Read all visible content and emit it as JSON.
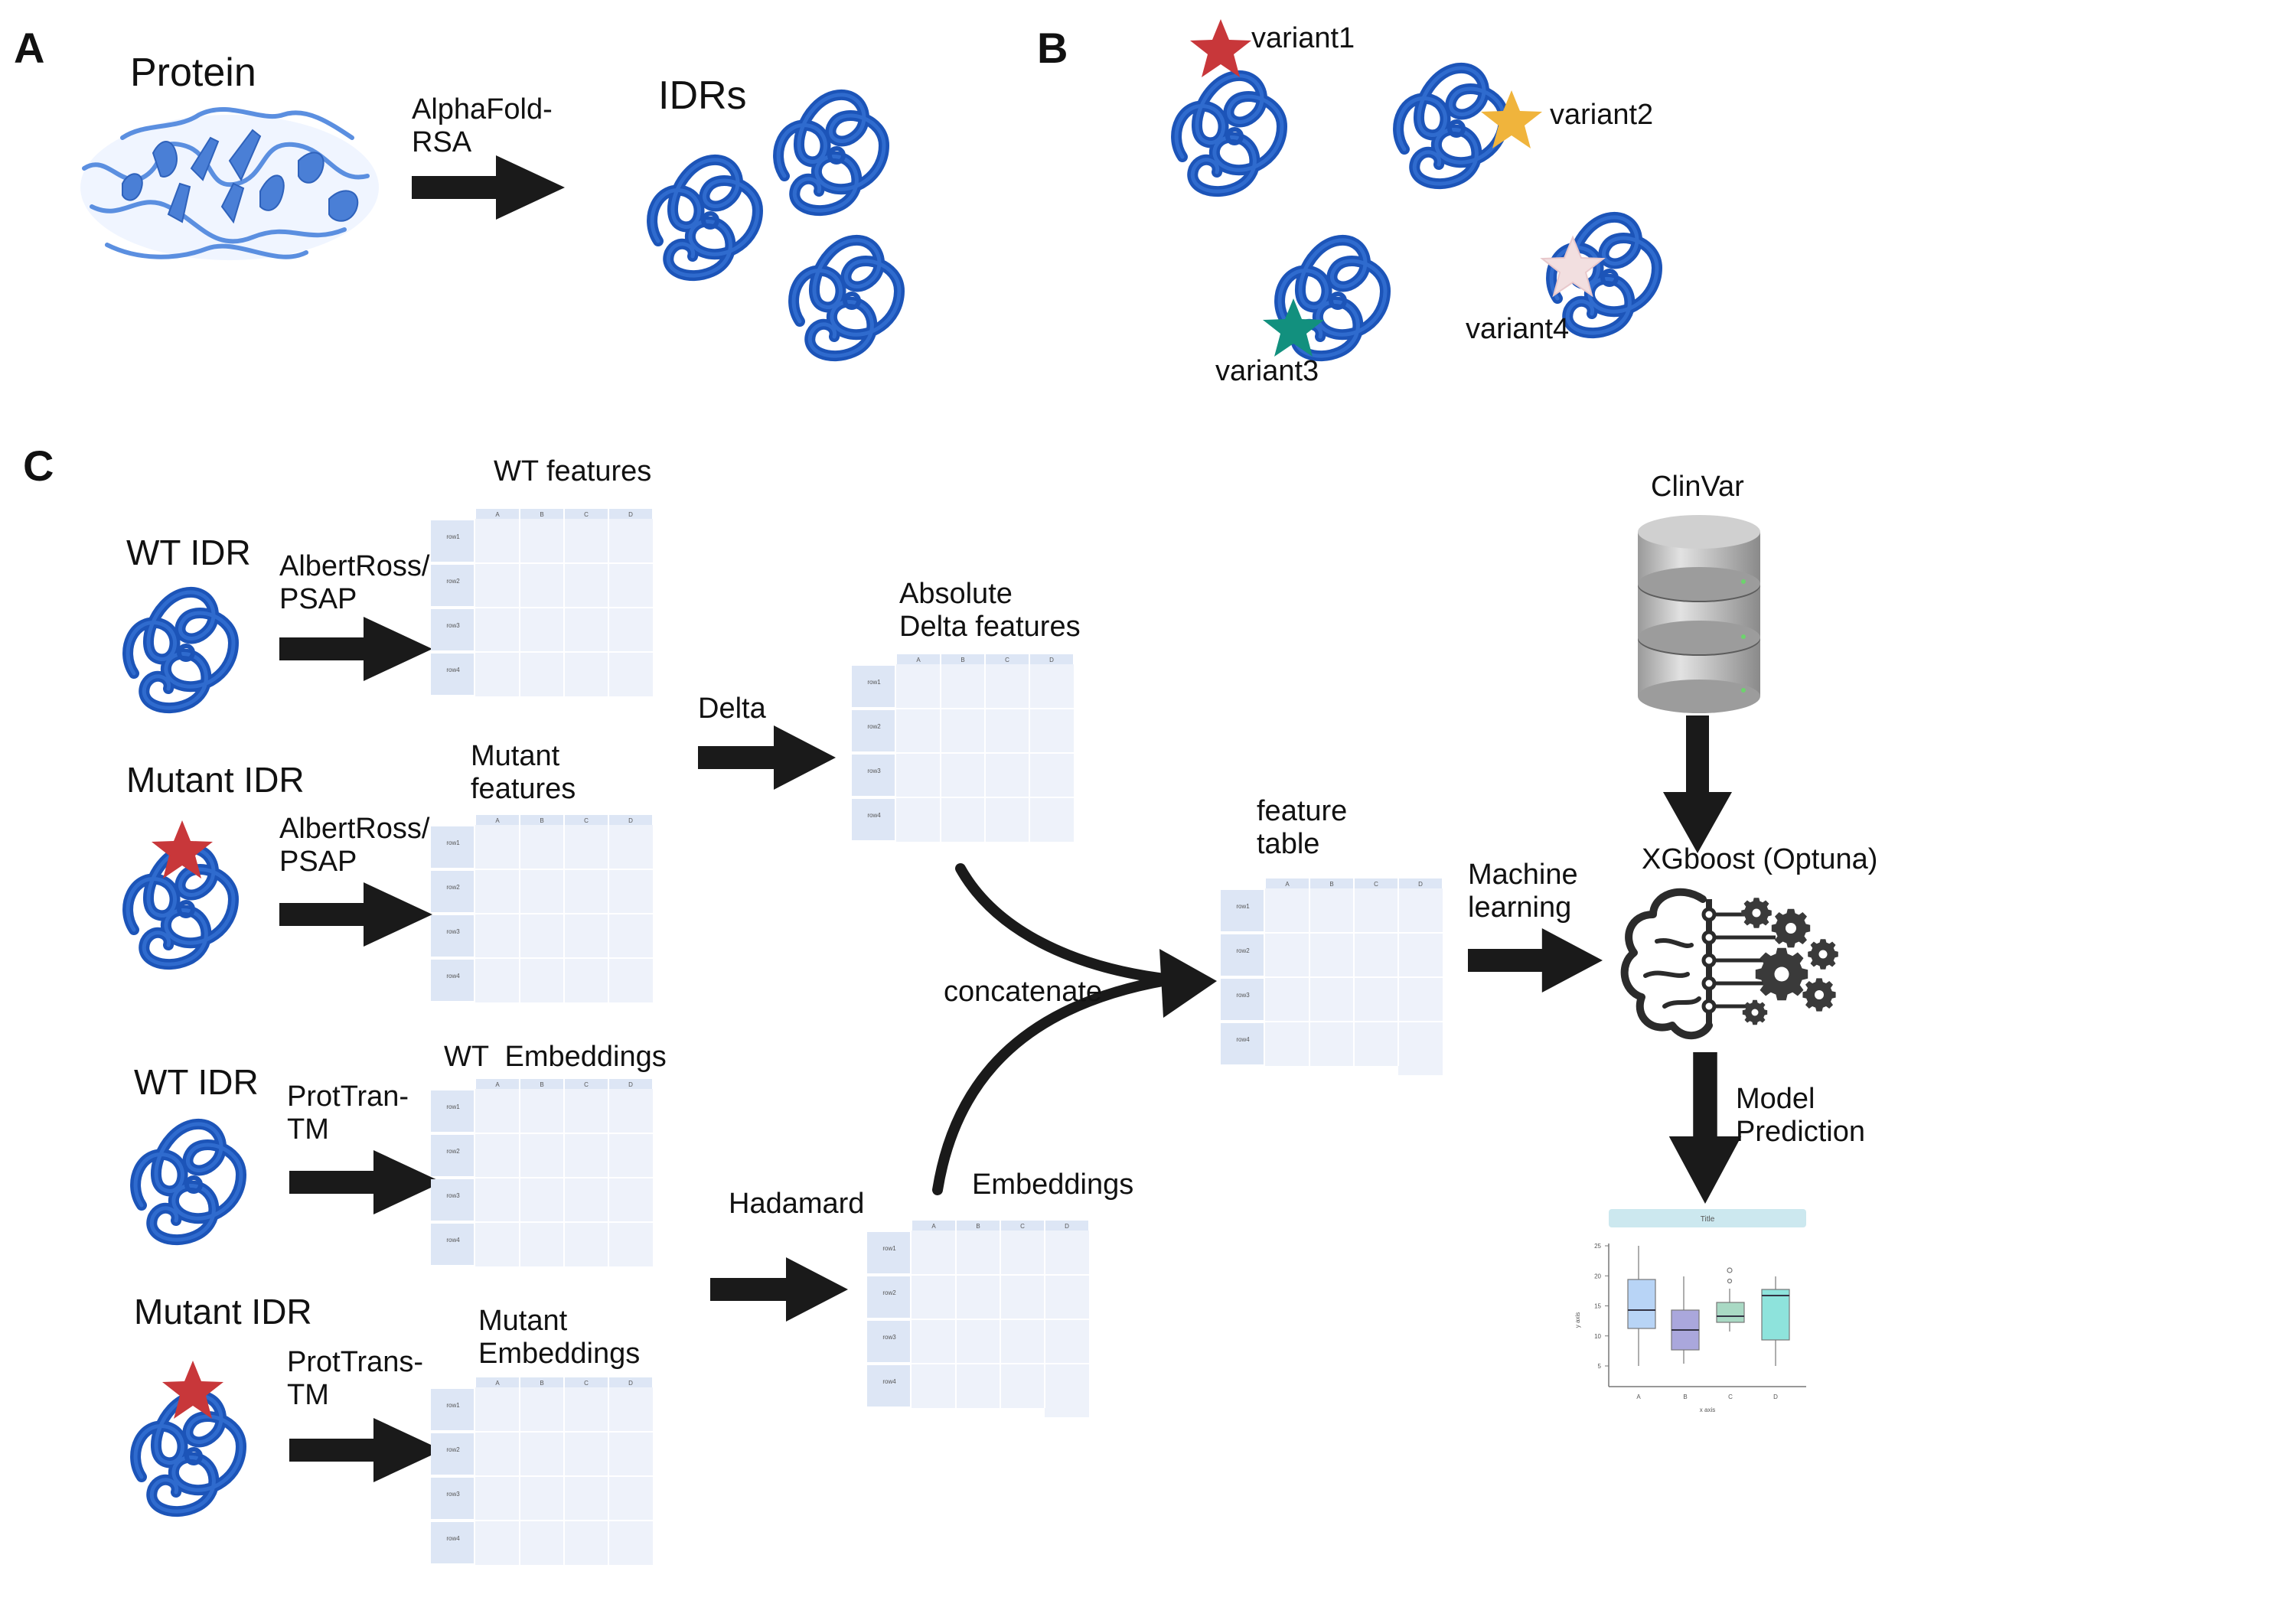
{
  "panels": {
    "a": "A",
    "b": "B",
    "c": "C"
  },
  "panel_a": {
    "protein_label": "Protein",
    "method_line1": "AlphaFold-",
    "method_line2": "RSA",
    "idrs_label": "IDRs"
  },
  "panel_b": {
    "variants": [
      "variant1",
      "variant2",
      "variant3",
      "variant4"
    ],
    "variant_colors": [
      "#c8373a",
      "#f0b43c",
      "#12907e",
      "#f2dfe0"
    ]
  },
  "panel_c": {
    "rows": {
      "wt_idr_1": "WT IDR",
      "mutant_idr_1": "Mutant IDR",
      "wt_idr_2": "WT IDR",
      "mutant_idr_2": "Mutant IDR"
    },
    "methods": {
      "albertross_1_line1": "AlbertRoss/",
      "albertross_1_line2": "PSAP",
      "albertross_2_line1": "AlbertRoss/",
      "albertross_2_line2": "PSAP",
      "prottrans_1_line1": "ProtTran-",
      "prottrans_1_line2": "TM",
      "prottrans_2_line1": "ProtTrans-",
      "prottrans_2_line2": "TM"
    },
    "tables": {
      "wt_features": "WT features",
      "mutant_features_line1": "Mutant",
      "mutant_features_line2": "features",
      "wt_embeddings": "WT  Embeddings",
      "mutant_embeddings_line1": "Mutant",
      "mutant_embeddings_line2": "Embeddings",
      "abs_delta_line1": "Absolute",
      "abs_delta_line2": "Delta features",
      "embeddings": "Embeddings",
      "feature_table_line1": "feature",
      "feature_table_line2": "table"
    },
    "operations": {
      "delta": "Delta",
      "hadamard": "Hadamard",
      "concatenate": "concatenate",
      "ml_line1": "Machine",
      "ml_line2": "learning",
      "prediction_line1": "Model",
      "prediction_line2": "Prediction"
    },
    "clinvar": "ClinVar",
    "model": "XGboost (Optuna)",
    "table_cols": [
      "A",
      "B",
      "C",
      "D"
    ],
    "table_rows": [
      "row1",
      "row2",
      "row3",
      "row4"
    ],
    "boxplot": {
      "title": "Title",
      "xlabel": "x axis",
      "ylabel": "y axis",
      "categories": [
        "A",
        "B",
        "C",
        "D"
      ],
      "yticks": [
        5,
        10,
        15,
        20,
        25
      ]
    }
  },
  "colors": {
    "idr_blue": "#1c54b8",
    "arrow": "#1a1a1a",
    "table_header": "#dde6f5",
    "table_body": "#eef2fa",
    "table_grid": "#ffffff"
  }
}
